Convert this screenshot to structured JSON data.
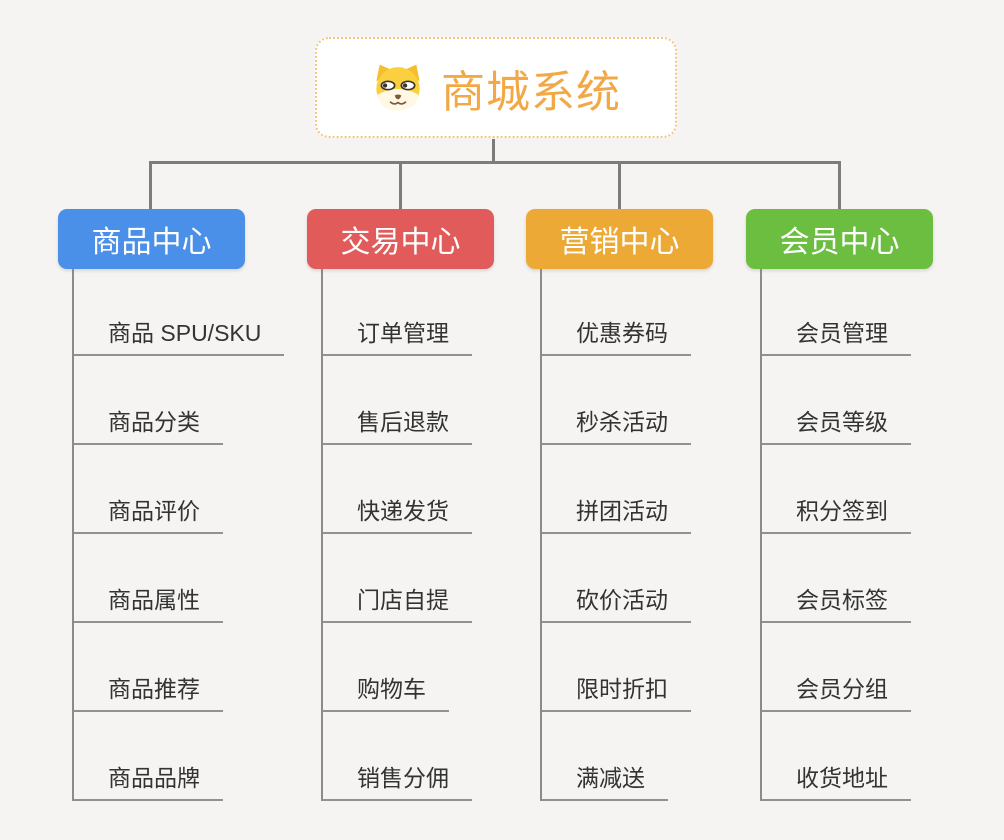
{
  "root": {
    "title": "商城系统",
    "icon": "shiba-dog-icon"
  },
  "branches": [
    {
      "label": "商品中心",
      "color": "#4A8FE8",
      "items": [
        "商品 SPU/SKU",
        "商品分类",
        "商品评价",
        "商品属性",
        "商品推荐",
        "商品品牌"
      ]
    },
    {
      "label": "交易中心",
      "color": "#E25B5B",
      "items": [
        "订单管理",
        "售后退款",
        "快递发货",
        "门店自提",
        "购物车",
        "销售分佣"
      ]
    },
    {
      "label": "营销中心",
      "color": "#EDA935",
      "items": [
        "优惠券码",
        "秒杀活动",
        "拼团活动",
        "砍价活动",
        "限时折扣",
        "满减送"
      ]
    },
    {
      "label": "会员中心",
      "color": "#6CBE41",
      "items": [
        "会员管理",
        "会员等级",
        "积分签到",
        "会员标签",
        "会员分组",
        "收货地址"
      ]
    }
  ],
  "colors": {
    "background": "#F5F4F2",
    "root_text": "#F2A845",
    "root_border": "#F3C87E",
    "connector": "#7C7C7C",
    "item_line": "#919191",
    "item_text": "#333333"
  }
}
